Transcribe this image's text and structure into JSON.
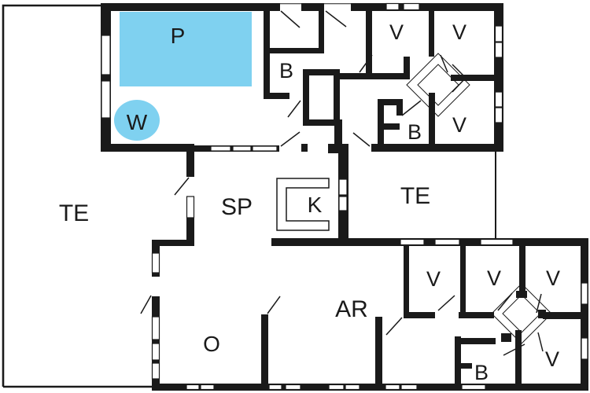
{
  "plan": {
    "type": "holiday-house-floor-plan"
  },
  "colors": {
    "wall": "#1a1a1a",
    "pool": "#7FD1F0",
    "background": "#ffffff",
    "label": "#1a1a1a"
  },
  "rooms": {
    "pool": "P",
    "whirlpool": "W",
    "bath_poolhouse": "B",
    "bed_top_1": "V",
    "bed_top_2": "V",
    "bed_top_3": "V",
    "bath_top_right": "B",
    "terrace_left": "TE",
    "terrace_right": "TE",
    "dining": "SP",
    "kitchen": "K",
    "annex_room": "AR",
    "living_room": "O",
    "bed_bottom_1": "V",
    "bed_bottom_2": "V",
    "bed_bottom_3": "V",
    "bed_bottom_4": "V",
    "bath_bottom": "B"
  }
}
